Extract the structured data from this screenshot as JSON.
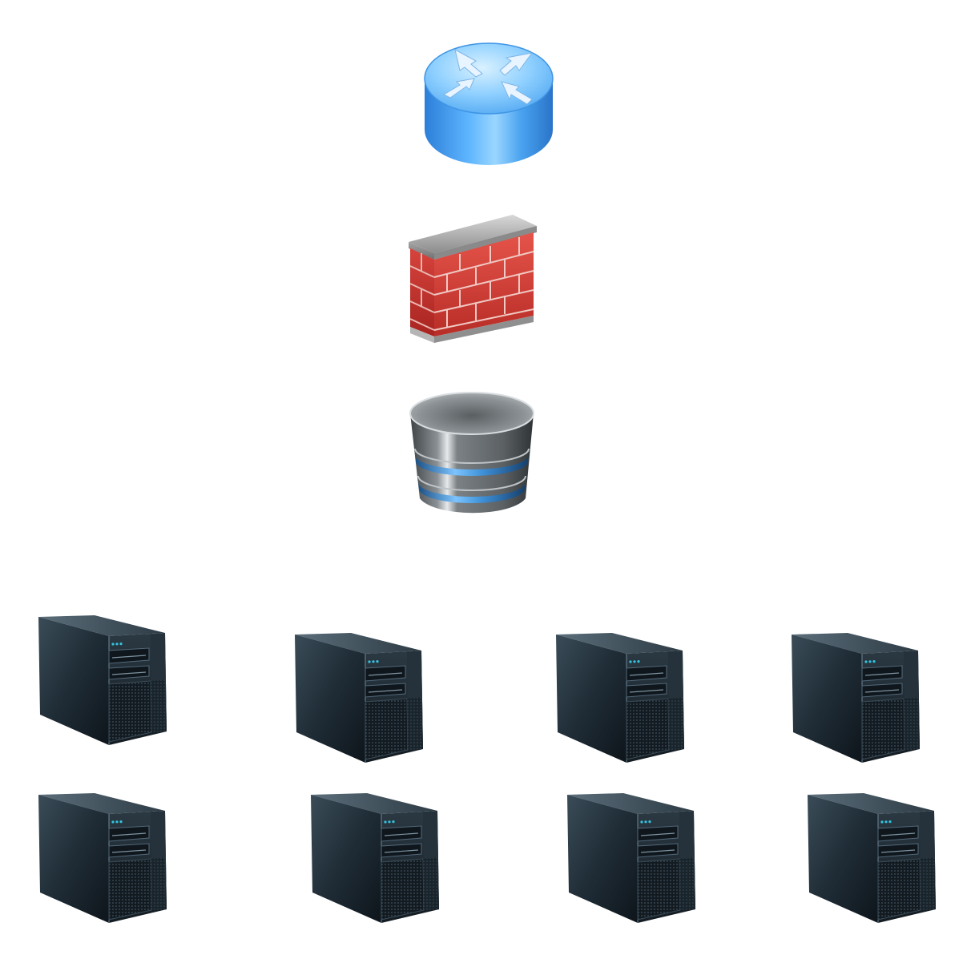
{
  "diagram": {
    "background": "#ffffff",
    "nodes": [
      {
        "id": "router",
        "icon": "router-icon",
        "color": "#4aa3f0"
      },
      {
        "id": "firewall",
        "icon": "firewall-icon",
        "color": "#c8302c"
      },
      {
        "id": "database",
        "icon": "database-icon",
        "color": "#6b7073"
      },
      {
        "id": "server-1",
        "icon": "server-tower-icon",
        "color": "#1f2c36"
      },
      {
        "id": "server-2",
        "icon": "server-tower-icon",
        "color": "#1f2c36"
      },
      {
        "id": "server-3",
        "icon": "server-tower-icon",
        "color": "#1f2c36"
      },
      {
        "id": "server-4",
        "icon": "server-tower-icon",
        "color": "#1f2c36"
      },
      {
        "id": "server-5",
        "icon": "server-tower-icon",
        "color": "#1f2c36"
      },
      {
        "id": "server-6",
        "icon": "server-tower-icon",
        "color": "#1f2c36"
      },
      {
        "id": "server-7",
        "icon": "server-tower-icon",
        "color": "#1f2c36"
      },
      {
        "id": "server-8",
        "icon": "server-tower-icon",
        "color": "#1f2c36"
      }
    ],
    "accent_colors": {
      "router_light": "#8fd0ff",
      "firewall_cap": "#9a9a9a",
      "database_ring": "#3d8fd6",
      "server_led": "#33c4e0"
    }
  }
}
